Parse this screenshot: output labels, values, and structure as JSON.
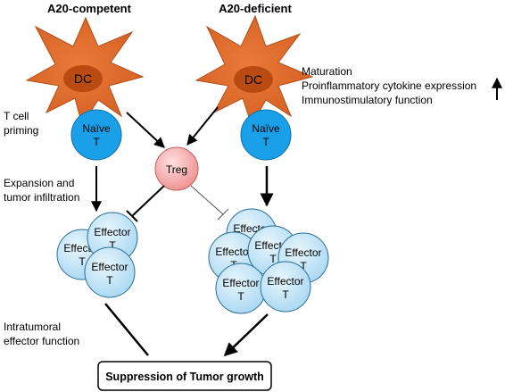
{
  "headers": {
    "left": "A20-competent",
    "right": "A20-deficient"
  },
  "dc_label": "DC",
  "naive_label": [
    "Naïve",
    "T"
  ],
  "treg_label": "Treg",
  "effector_label": [
    "Effector",
    "T"
  ],
  "side_labels": {
    "priming": [
      "T cell",
      "priming"
    ],
    "expansion": [
      "Expansion and",
      "tumor infiltration"
    ],
    "intratumoral": [
      "Intratumoral",
      "effector function"
    ]
  },
  "dc_effects": [
    "Maturation",
    "Proinflammatory cytokine expression",
    "Immunostimulatory function"
  ],
  "outcome": "Suppression of Tumor growth",
  "colors": {
    "dc_body": "#e06a2c",
    "dc_nucleus": "#b84a12",
    "naive": "#1aa0e8",
    "effector": "#bfe3f7",
    "treg": "#f6a0a0"
  }
}
